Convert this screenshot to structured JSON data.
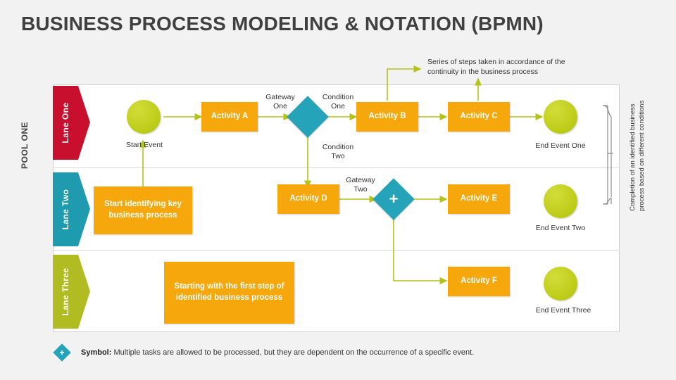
{
  "title": "BUSINESS PROCESS MODELING & NOTATION (BPMN)",
  "pool": {
    "label": "POOL ONE"
  },
  "lanes": [
    {
      "label": "Lane One",
      "color": "#c8102e"
    },
    {
      "label": "Lane Two",
      "color": "#1f9bb0"
    },
    {
      "label": "Lane Three",
      "color": "#b0bc22"
    }
  ],
  "tasks": [
    {
      "id": "activity-a",
      "label": "Activity A"
    },
    {
      "id": "activity-b",
      "label": "Activity B"
    },
    {
      "id": "activity-c",
      "label": "Activity C"
    },
    {
      "id": "activity-d",
      "label": "Activity D"
    },
    {
      "id": "activity-e",
      "label": "Activity E"
    },
    {
      "id": "activity-f",
      "label": "Activity F"
    },
    {
      "id": "note-lane-two",
      "label": "Start identifying key business process"
    },
    {
      "id": "note-lane-three",
      "label": "Starting with the first step of identified business process"
    }
  ],
  "events": [
    {
      "id": "start-event",
      "label": "Start Event"
    },
    {
      "id": "end-event-one",
      "label": "End Event One"
    },
    {
      "id": "end-event-two",
      "label": "End Event Two"
    },
    {
      "id": "end-event-three",
      "label": "End Event Three"
    }
  ],
  "gateways": [
    {
      "id": "gateway-one",
      "label": "Gateway One",
      "glyph": ""
    },
    {
      "id": "gateway-two",
      "label": "Gateway Two",
      "glyph": "+"
    }
  ],
  "flow_labels": [
    {
      "id": "condition-one",
      "label": "Condition One"
    },
    {
      "id": "condition-two",
      "label": "Condition Two"
    }
  ],
  "annotations": [
    {
      "id": "series-of-steps",
      "text": "Series of steps taken in accordance of the continuity in the business process"
    },
    {
      "id": "right-brace-caption",
      "line1": "Completion of an identified business",
      "line2": "process based on different conditions"
    }
  ],
  "legend": {
    "symbol_word": "Symbol:",
    "text": " Multiple tasks are allowed to be processed, but they are dependent on the occurrence of a specific event.",
    "glyph": "+"
  },
  "colors": {
    "task": "#f6a70c",
    "event": "#c5d41e",
    "gateway": "#25a3b8",
    "arrow": "#b5c219",
    "background": "#f2f2f2"
  }
}
